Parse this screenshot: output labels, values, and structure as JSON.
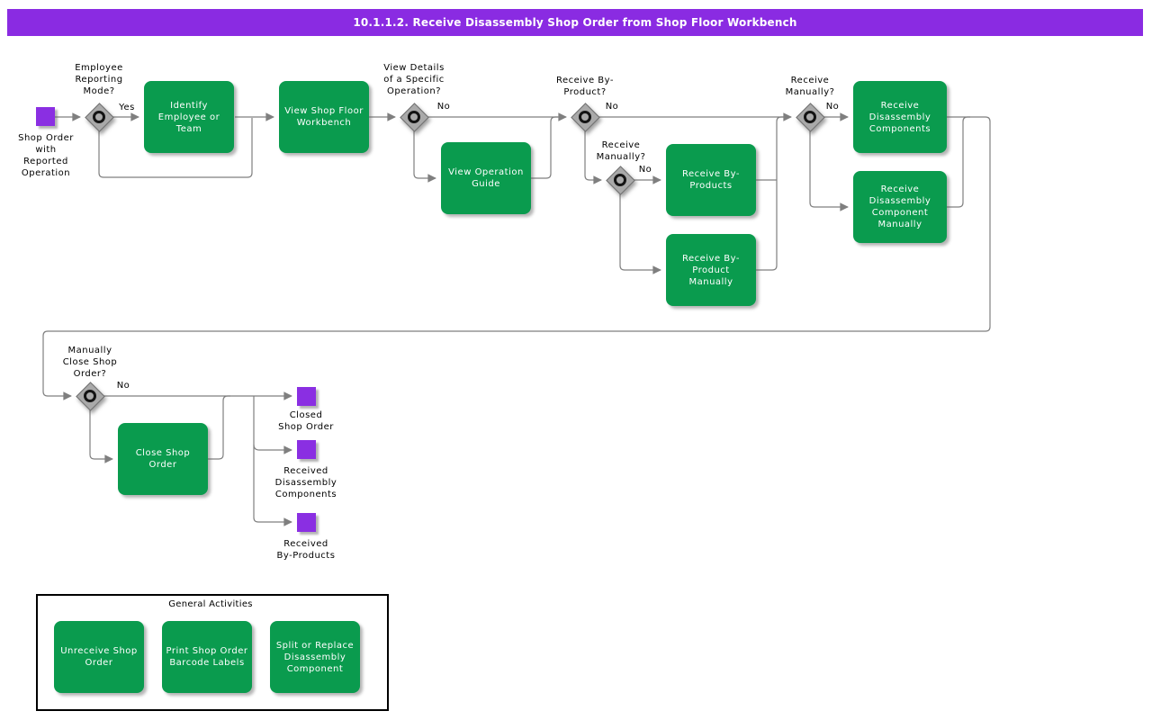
{
  "colors": {
    "purple": "#8a2be2",
    "event-purple": "#8a2fe2",
    "green": "#0a9b4e",
    "diamond-gray": "#a9a9a9",
    "line-gray": "#7f7f7f"
  },
  "title_bar": "10.1.1.2. Receive Disassembly Shop Order from Shop Floor Workbench",
  "events": {
    "start": "Shop Order\nwith\nReported\nOperation",
    "closed_shop_order": "Closed\nShop Order",
    "received_disassembly_components": "Received\nDisassembly\nComponents",
    "received_by_products": "Received\nBy-Products"
  },
  "decisions": {
    "employee_reporting_mode": "Employee\nReporting\nMode?",
    "view_details": "View Details\nof a Specific\nOperation?",
    "receive_by_product": "Receive By-\nProduct?",
    "receive_manually_byproduct": "Receive\nManually?",
    "receive_manually_component": "Receive\nManually?",
    "manually_close": "Manually\nClose Shop\nOrder?"
  },
  "edge_labels": {
    "yes": "Yes",
    "no_view_details": "No",
    "no_receive_by_product": "No",
    "no_receive_manually_byproduct": "No",
    "no_receive_manually_component": "No",
    "no_manually_close": "No"
  },
  "activities": {
    "identify_employee": "Identify\nEmployee or\nTeam",
    "view_shop_floor_workbench": "View Shop Floor\nWorkbench",
    "view_operation_guide": "View Operation\nGuide",
    "receive_by_products": "Receive By-\nProducts",
    "receive_by_product_manually": "Receive By-\nProduct\nManually",
    "receive_disassembly_components": "Receive\nDisassembly\nComponents",
    "receive_disassembly_component_manually": "Receive\nDisassembly\nComponent\nManually",
    "close_shop_order": "Close Shop\nOrder"
  },
  "general_activities": {
    "title": "General Activities",
    "items": {
      "unreceive_shop_order": "Unreceive Shop\nOrder",
      "print_barcode_labels": "Print Shop Order\nBarcode Labels",
      "split_or_replace": "Split or Replace\nDisassembly\nComponent"
    }
  }
}
